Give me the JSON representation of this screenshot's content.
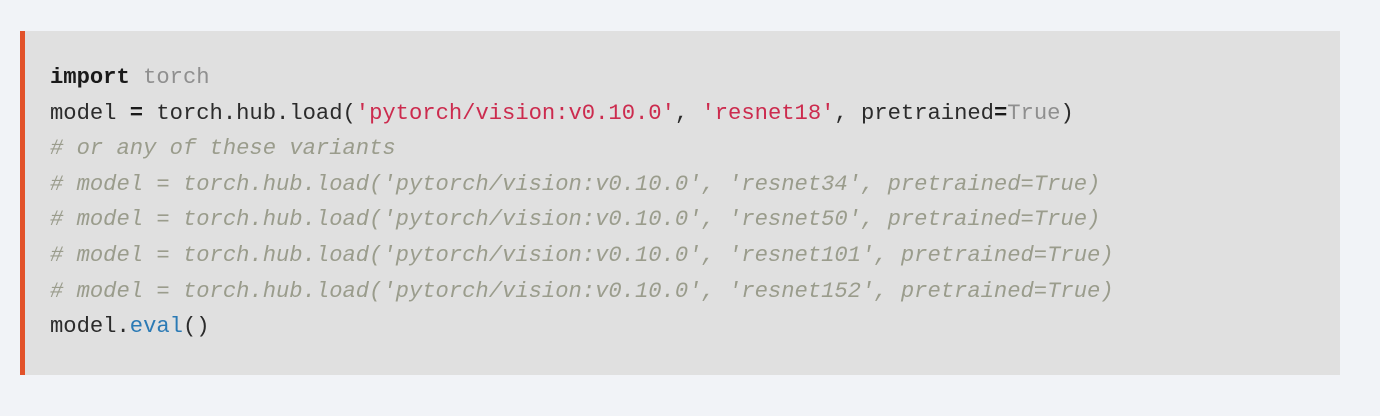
{
  "page": {
    "background_color": "#f1f3f7"
  },
  "code_block": {
    "background_color": "#e0e0e0",
    "accent_color": "#e2522a",
    "language": "python",
    "colors": {
      "keyword": "#1a1a1a",
      "string": "#cc2b4e",
      "comment": "#9a9c8c",
      "builtin": "#8f8f8f",
      "function": "#2b7ab5",
      "plain": "#2b2b2b"
    },
    "plain_text": "import torch\nmodel = torch.hub.load('pytorch/vision:v0.10.0', 'resnet18', pretrained=True)\n# or any of these variants\n# model = torch.hub.load('pytorch/vision:v0.10.0', 'resnet34', pretrained=True)\n# model = torch.hub.load('pytorch/vision:v0.10.0', 'resnet50', pretrained=True)\n# model = torch.hub.load('pytorch/vision:v0.10.0', 'resnet101', pretrained=True)\n# model = torch.hub.load('pytorch/vision:v0.10.0', 'resnet152', pretrained=True)\nmodel.eval()",
    "lines": [
      {
        "index": 1,
        "text": "import torch",
        "tokens": [
          {
            "t": "import",
            "c": "keyword"
          },
          {
            "t": " ",
            "c": "plain"
          },
          {
            "t": "torch",
            "c": "name"
          }
        ]
      },
      {
        "index": 2,
        "text": "model = torch.hub.load('pytorch/vision:v0.10.0', 'resnet18', pretrained=True)",
        "tokens": [
          {
            "t": "model ",
            "c": "plain"
          },
          {
            "t": "=",
            "c": "op"
          },
          {
            "t": " torch.hub.load(",
            "c": "plain"
          },
          {
            "t": "'pytorch/vision:v0.10.0'",
            "c": "string"
          },
          {
            "t": ", ",
            "c": "plain"
          },
          {
            "t": "'resnet18'",
            "c": "string"
          },
          {
            "t": ", pretrained",
            "c": "plain"
          },
          {
            "t": "=",
            "c": "op"
          },
          {
            "t": "True",
            "c": "builtin"
          },
          {
            "t": ")",
            "c": "plain"
          }
        ]
      },
      {
        "index": 3,
        "text": "# or any of these variants",
        "tokens": [
          {
            "t": "# or any of these variants",
            "c": "comment"
          }
        ]
      },
      {
        "index": 4,
        "text": "# model = torch.hub.load('pytorch/vision:v0.10.0', 'resnet34', pretrained=True)",
        "tokens": [
          {
            "t": "# model = torch.hub.load('pytorch/vision:v0.10.0', 'resnet34', pretrained=True)",
            "c": "comment"
          }
        ]
      },
      {
        "index": 5,
        "text": "# model = torch.hub.load('pytorch/vision:v0.10.0', 'resnet50', pretrained=True)",
        "tokens": [
          {
            "t": "# model = torch.hub.load('pytorch/vision:v0.10.0', 'resnet50', pretrained=True)",
            "c": "comment"
          }
        ]
      },
      {
        "index": 6,
        "text": "# model = torch.hub.load('pytorch/vision:v0.10.0', 'resnet101', pretrained=True)",
        "tokens": [
          {
            "t": "# model = torch.hub.load('pytorch/vision:v0.10.0', 'resnet101', pretrained=True)",
            "c": "comment"
          }
        ]
      },
      {
        "index": 7,
        "text": "# model = torch.hub.load('pytorch/vision:v0.10.0', 'resnet152', pretrained=True)",
        "tokens": [
          {
            "t": "# model = torch.hub.load('pytorch/vision:v0.10.0', 'resnet152', pretrained=True)",
            "c": "comment"
          }
        ]
      },
      {
        "index": 8,
        "text": "model.eval()",
        "tokens": [
          {
            "t": "model.",
            "c": "plain"
          },
          {
            "t": "eval",
            "c": "func"
          },
          {
            "t": "()",
            "c": "plain"
          }
        ]
      }
    ]
  }
}
